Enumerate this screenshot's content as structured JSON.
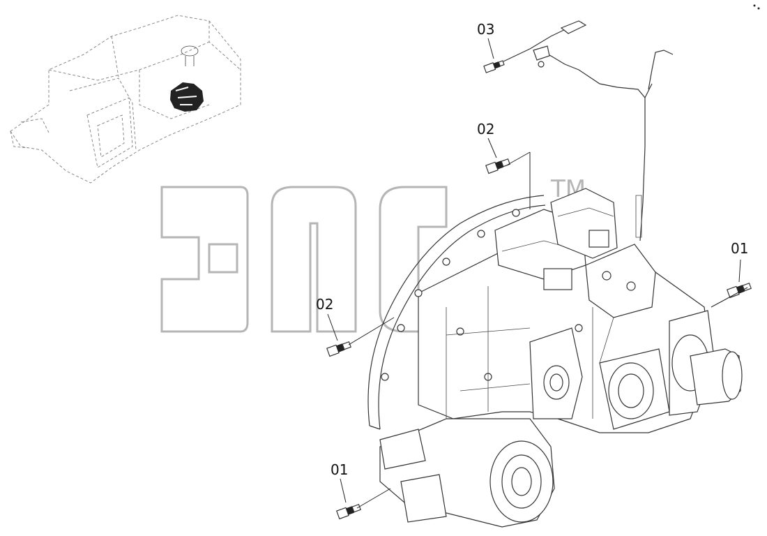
{
  "callouts": {
    "c03_top": "03",
    "c02_upper": "02",
    "c02_left": "02",
    "c01_right": "01",
    "c01_bottom": "01"
  },
  "watermark": {
    "text": "ЭПС",
    "mark": "TM",
    "color": "#b5b5b5"
  },
  "icons": {
    "sensor": "pressure-sensor-icon",
    "machine": "excavator-outline-icon",
    "pump": "hydraulic-pump-assembly-icon"
  }
}
